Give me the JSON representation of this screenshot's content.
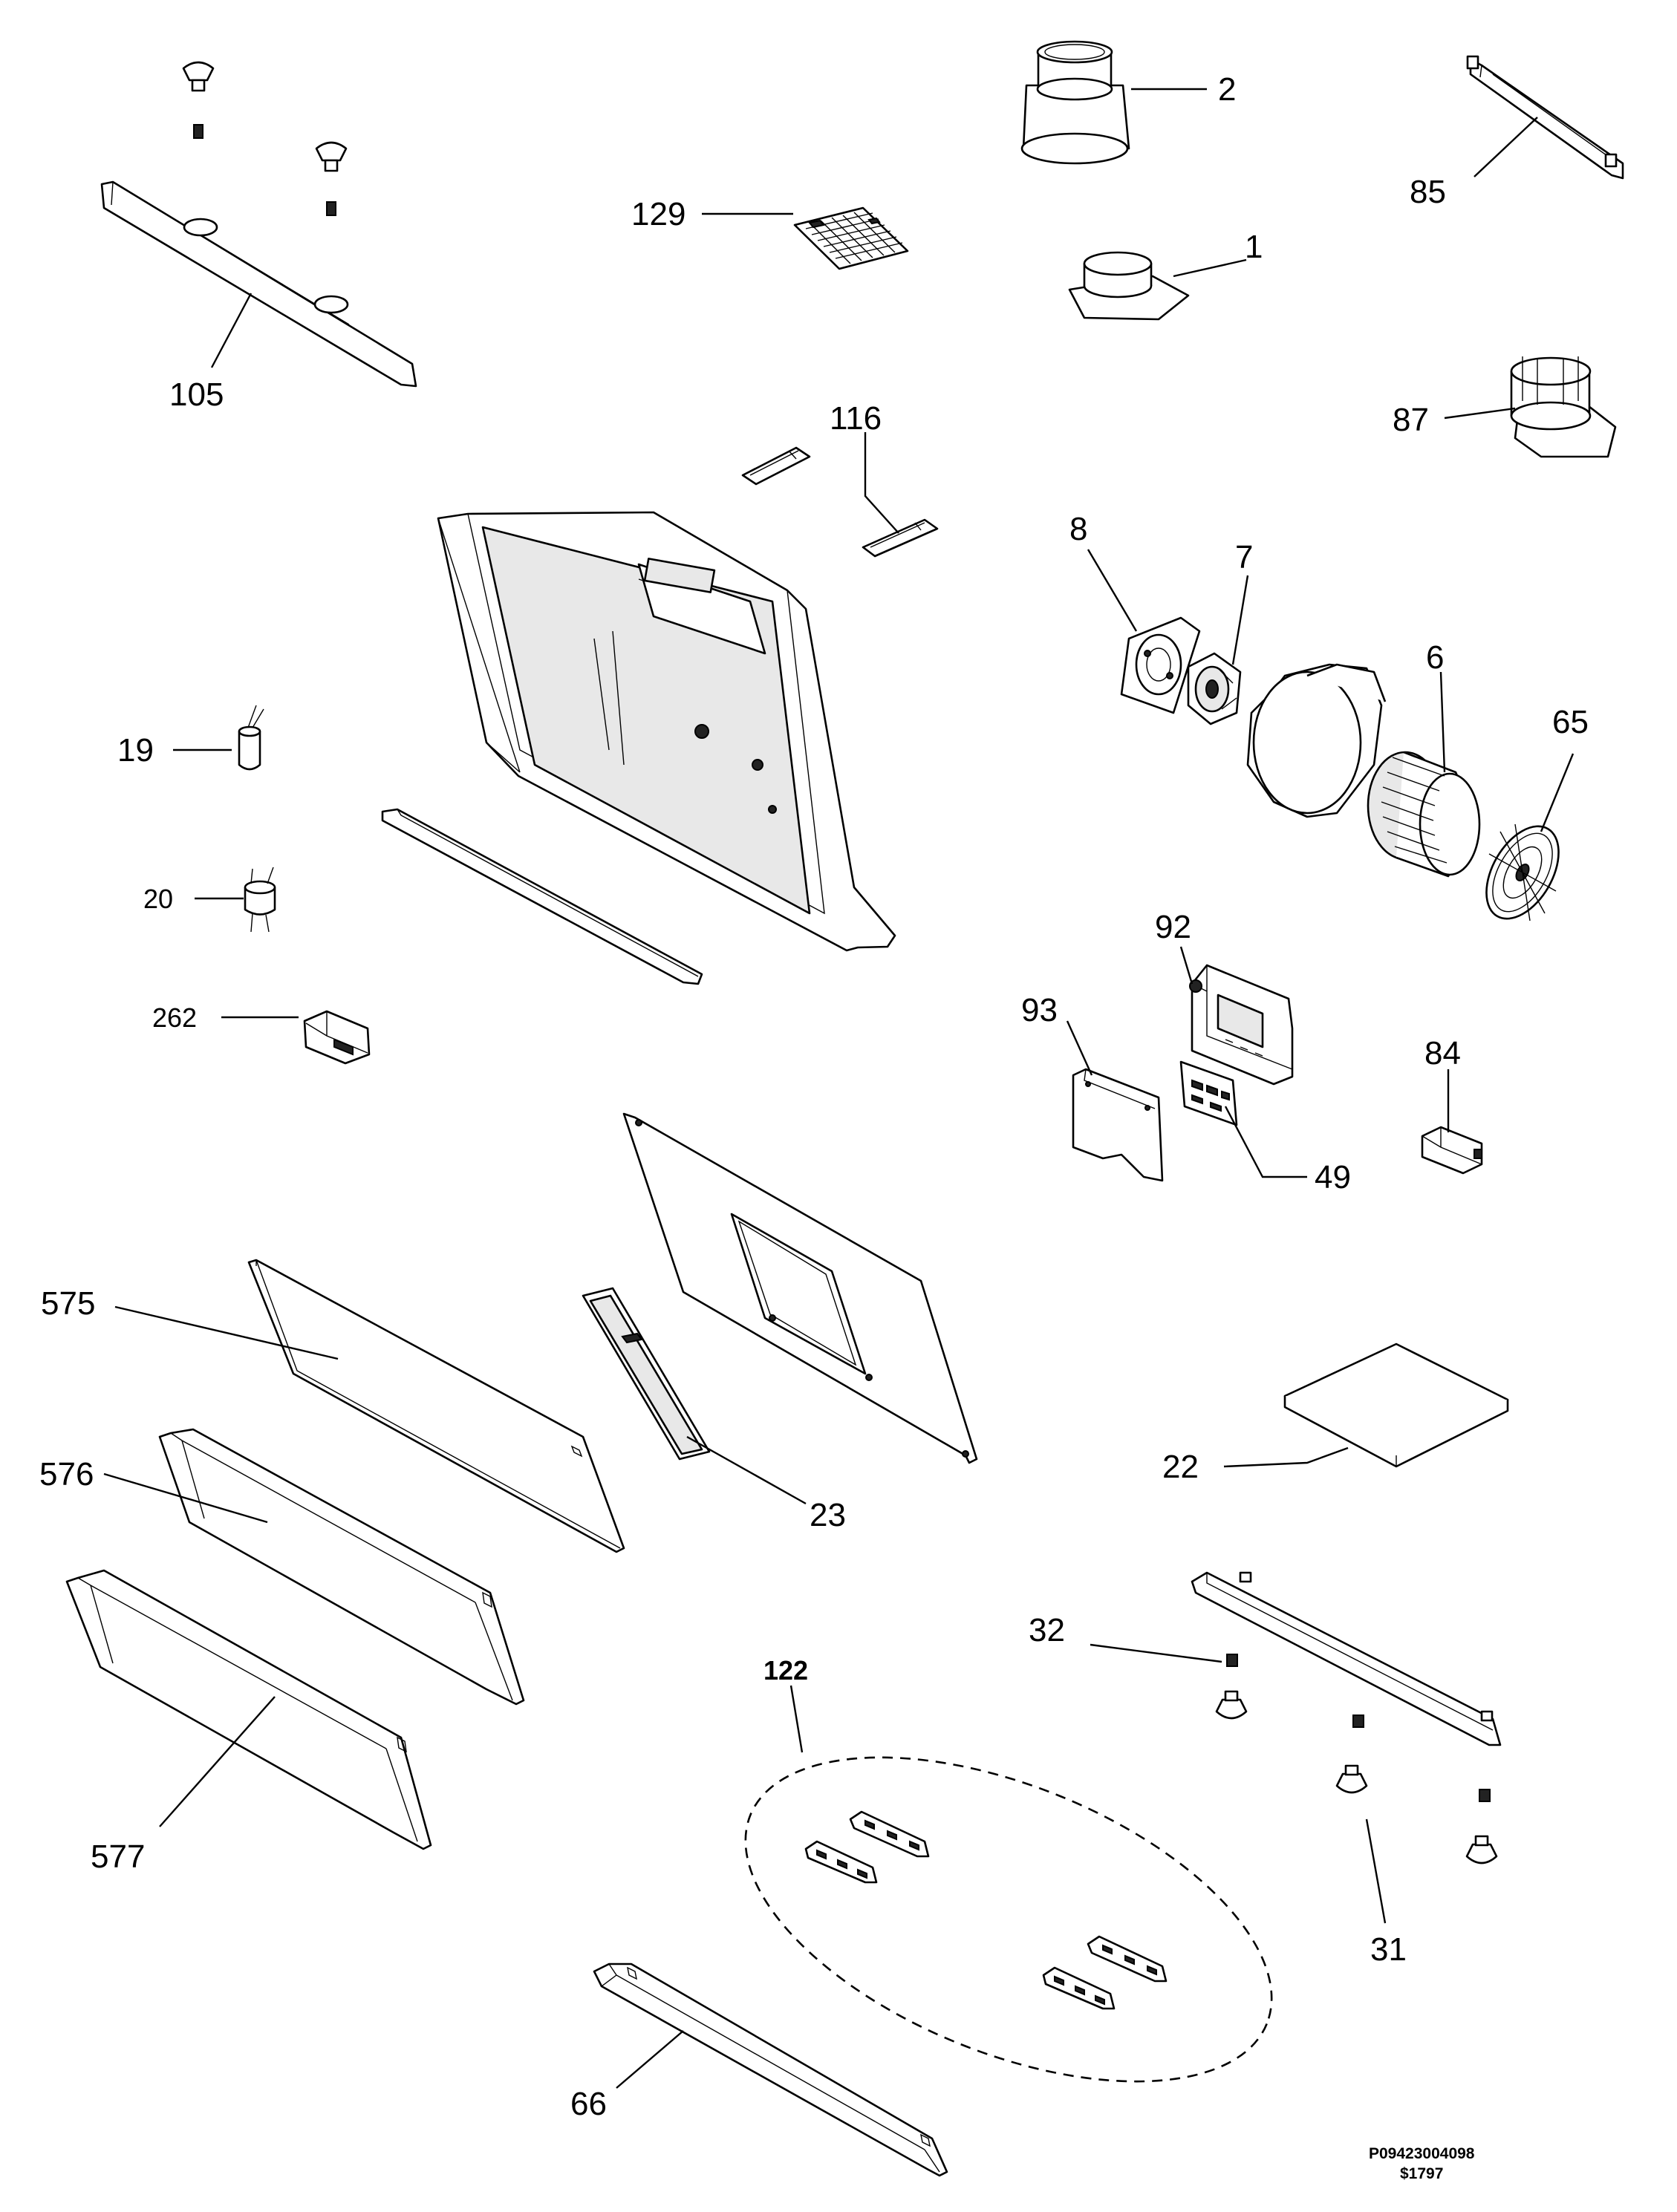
{
  "labels": {
    "l2": "2",
    "l85": "85",
    "l129": "129",
    "l1": "1",
    "l105": "105",
    "l87": "87",
    "l116": "116",
    "l8": "8",
    "l7": "7",
    "l6": "6",
    "l65": "65",
    "l19": "19",
    "l20": "20",
    "l262": "262",
    "l92": "92",
    "l93": "93",
    "l84": "84",
    "l49": "49",
    "l575": "575",
    "l22": "22",
    "l576": "576",
    "l23": "23",
    "l32": "32",
    "l122": "122",
    "l577": "577",
    "l31": "31",
    "l66": "66"
  },
  "footer": {
    "code1": "P09423004098",
    "code2": "$1797"
  }
}
